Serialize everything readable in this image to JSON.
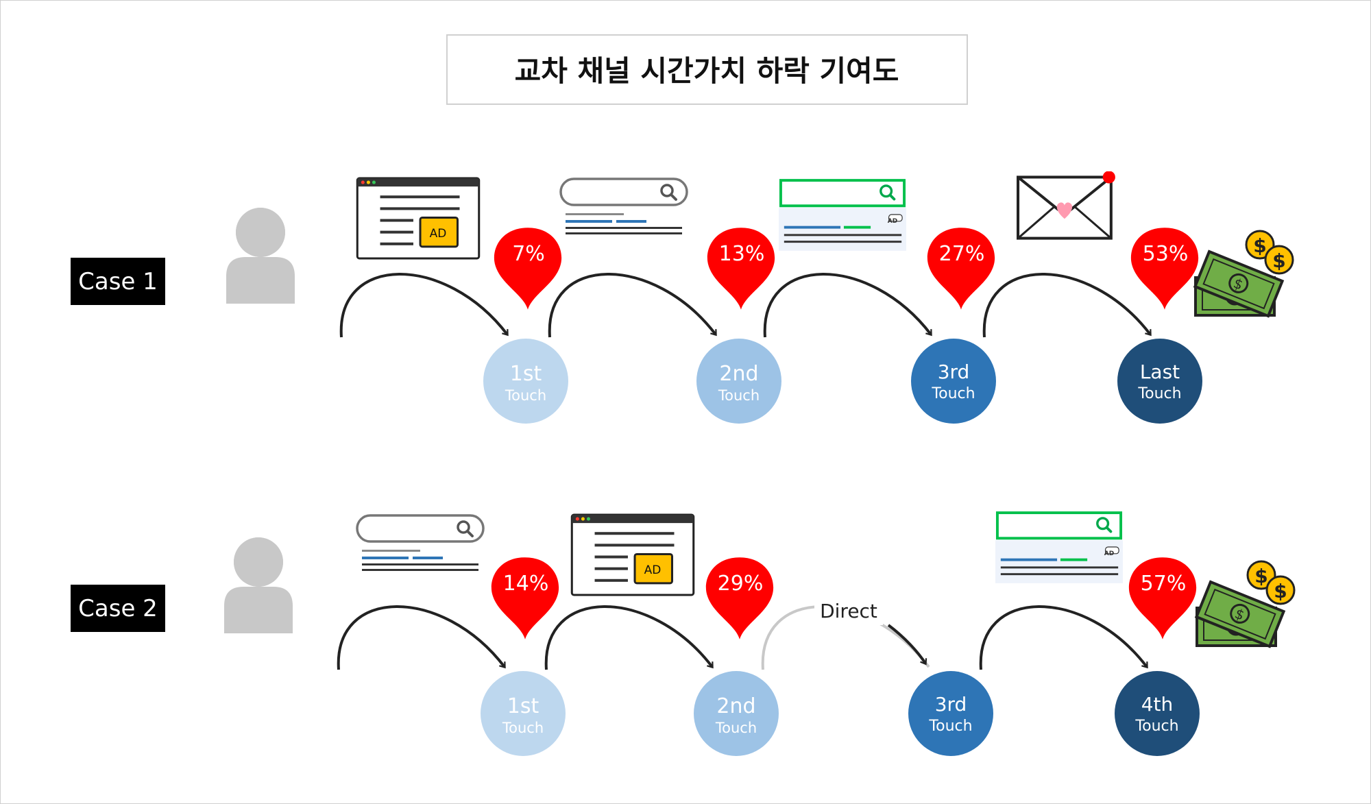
{
  "title": "교차 채널 시간가치 하락 기여도",
  "cases": [
    {
      "label": "Case 1",
      "percents": [
        "7%",
        "13%",
        "27%",
        "53%"
      ],
      "touches": [
        {
          "main": "1st",
          "sub": "Touch"
        },
        {
          "main": "2nd",
          "sub": "Touch"
        },
        {
          "main": "3rd",
          "sub": "Touch"
        },
        {
          "main": "Last",
          "sub": "Touch"
        }
      ]
    },
    {
      "label": "Case 2",
      "percents": [
        "14%",
        "29%",
        "57%"
      ],
      "touches": [
        {
          "main": "1st",
          "sub": "Touch"
        },
        {
          "main": "2nd",
          "sub": "Touch"
        },
        {
          "main": "3rd",
          "sub": "Touch"
        },
        {
          "main": "4th",
          "sub": "Touch"
        }
      ],
      "direct_label": "Direct"
    }
  ],
  "icon_text": {
    "ad": "AD",
    "ad_small": "AD"
  },
  "icons": [
    "user-icon",
    "display-ad-icon",
    "search-icon",
    "search-ad-icon",
    "email-icon",
    "money-icon"
  ],
  "colors": {
    "pin": "#ff0000",
    "touch_light": "#bdd7ee",
    "touch_mid": "#9dc3e6",
    "touch_dark": "#2e75b6",
    "touch_darkest": "#1f4e79",
    "ad_yellow": "#ffc000",
    "search_green": "#00c04b",
    "bar_blue": "#2e75b6",
    "money_green": "#70ad47",
    "coin_gold": "#ffc000"
  }
}
